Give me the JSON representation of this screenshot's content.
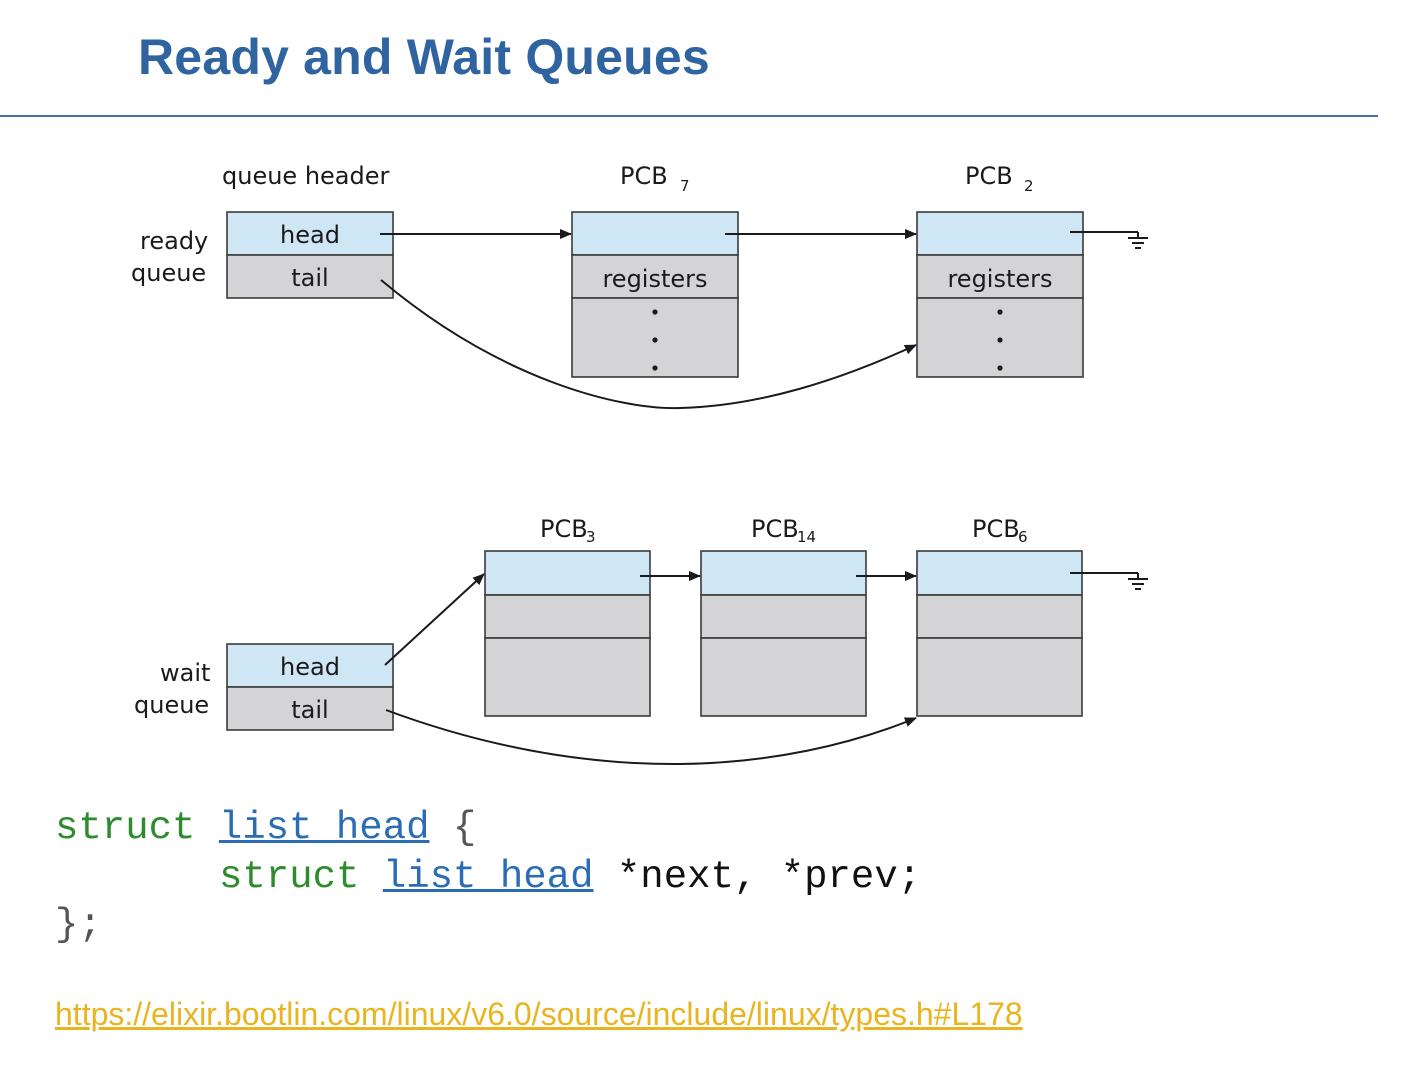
{
  "title": "Ready and Wait Queues",
  "ready_queue": {
    "label_line1": "ready",
    "label_line2": "queue",
    "header_title": "queue header",
    "head_label": "head",
    "tail_label": "tail",
    "pcbs": [
      {
        "name": "PCB",
        "sub": "7",
        "field": "registers"
      },
      {
        "name": "PCB",
        "sub": "2",
        "field": "registers"
      }
    ]
  },
  "wait_queue": {
    "label_line1": "wait",
    "label_line2": "queue",
    "head_label": "head",
    "tail_label": "tail",
    "pcbs": [
      {
        "name": "PCB",
        "sub": "3"
      },
      {
        "name": "PCB",
        "sub": "14"
      },
      {
        "name": "PCB",
        "sub": "6"
      }
    ]
  },
  "code": {
    "kw1": "struct",
    "type1": "list_head",
    "open": " {",
    "kw2": "struct",
    "type2": "list_head",
    "fields": " *next, *prev;",
    "close": "};"
  },
  "source_link": "https://elixir.bootlin.com/linux/v6.0/source/include/linux/types.h#L178",
  "colors": {
    "title": "#2f64a0",
    "cell_blue": "#cfe6f5",
    "cell_gray": "#d4d4d6",
    "keyword": "#2e8b2e",
    "type": "#2a6db5",
    "link": "#e8b520"
  }
}
